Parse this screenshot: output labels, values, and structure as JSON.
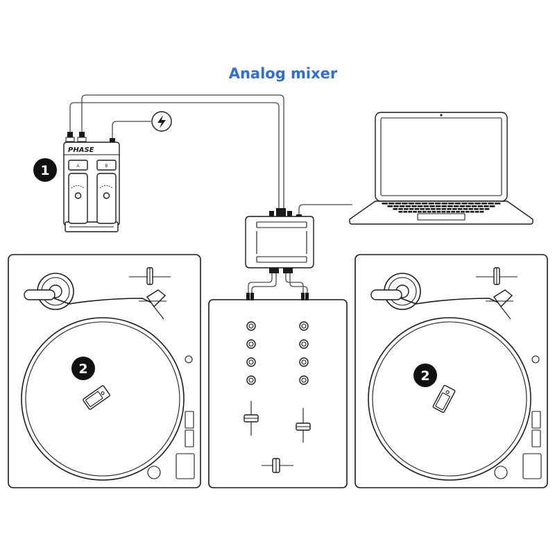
{
  "title": "Analog mixer",
  "colors": {
    "title": "#2a6fdb",
    "line": "#1a1a1a",
    "cable": "#555555",
    "badge_fill": "#111111",
    "badge_text": "#ffffff",
    "background": "#ffffff"
  },
  "dock": {
    "brand": "PHASE",
    "button_a_label": "A",
    "button_b_label": "B"
  },
  "badges": {
    "dock": "1",
    "left_turntable": "2",
    "right_turntable": "2"
  },
  "icons": {
    "power": "lightning-bolt-icon"
  }
}
